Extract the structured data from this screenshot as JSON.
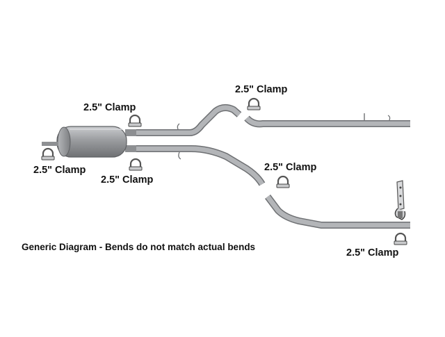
{
  "diagram": {
    "note": "Generic Diagram - Bends do not match actual bends",
    "labels": {
      "clamp_upper_left": "2.5\" Clamp",
      "clamp_inlet": "2.5\" Clamp",
      "clamp_lower_left": "2.5\" Clamp",
      "clamp_upper_right": "2.5\" Clamp",
      "clamp_middle": "2.5\" Clamp",
      "clamp_tail": "2.5\" Clamp"
    },
    "colors": {
      "pipe": "#a9abad",
      "pipe_edge": "#6e7073",
      "muffler": "#9c9ea1",
      "text": "#111111"
    }
  }
}
